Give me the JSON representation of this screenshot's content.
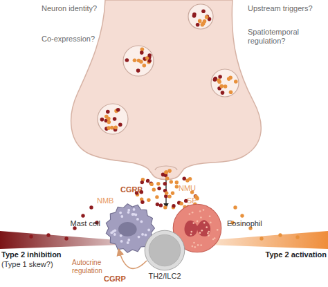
{
  "diagram": {
    "nodes": [
      {
        "text": [
          "Mast cell"
        ]
      },
      {
        "text": [
          "Eosinophil"
        ]
      },
      {
        "text": [
          "TH2/ILC2"
        ]
      }
    ],
    "edges": [
      {
        "from": 2,
        "to": 0,
        "arrow": "to",
        "label": "CGRP"
      }
    ],
    "labels": [
      "Neuron identity?",
      "Co-expression?",
      "Upstream triggers?",
      "Spatiotemporal regulation?",
      "CGRP",
      "NMU",
      "NMB",
      "SP",
      "Type 2 inhibition",
      "(Type 1 skew?)",
      "Type 2 activation",
      "Autocrine regulation"
    ]
  }
}
